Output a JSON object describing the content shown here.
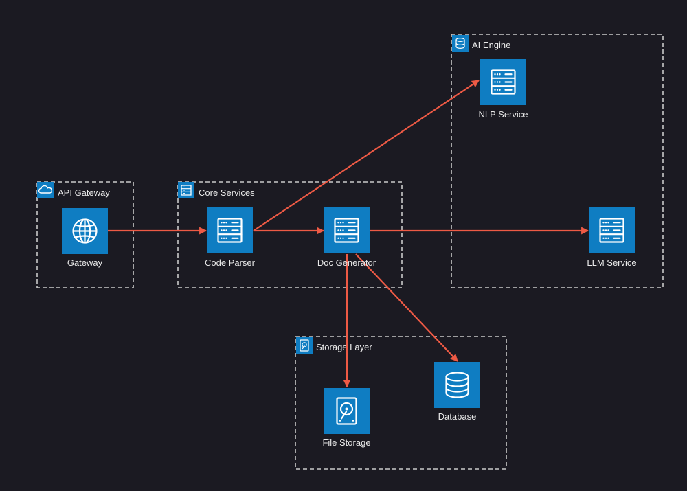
{
  "groups": {
    "api_gateway": {
      "title": "API Gateway",
      "icon": "cloud-icon"
    },
    "core_services": {
      "title": "Core Services",
      "icon": "server-rack-icon"
    },
    "ai_engine": {
      "title": "AI Engine",
      "icon": "database-icon"
    },
    "storage_layer": {
      "title": "Storage Layer",
      "icon": "storage-icon"
    }
  },
  "nodes": {
    "gateway": {
      "label": "Gateway",
      "icon": "globe-icon"
    },
    "code_parser": {
      "label": "Code Parser",
      "icon": "server-icon"
    },
    "doc_generator": {
      "label": "Doc Generator",
      "icon": "server-icon"
    },
    "nlp_service": {
      "label": "NLP Service",
      "icon": "server-icon"
    },
    "llm_service": {
      "label": "LLM Service",
      "icon": "server-icon"
    },
    "file_storage": {
      "label": "File Storage",
      "icon": "hard-disk-icon"
    },
    "database": {
      "label": "Database",
      "icon": "database-icon"
    }
  },
  "edges": [
    {
      "from": "gateway",
      "to": "code_parser"
    },
    {
      "from": "code_parser",
      "to": "doc_generator"
    },
    {
      "from": "code_parser",
      "to": "nlp_service"
    },
    {
      "from": "doc_generator",
      "to": "llm_service"
    },
    {
      "from": "doc_generator",
      "to": "file_storage"
    },
    {
      "from": "doc_generator",
      "to": "database"
    }
  ],
  "colors": {
    "background": "#1b1a22",
    "tile": "#0f7dc2",
    "edge": "#ee5a45",
    "group_border": "#c9c9c9",
    "text": "#e9e9e9"
  }
}
